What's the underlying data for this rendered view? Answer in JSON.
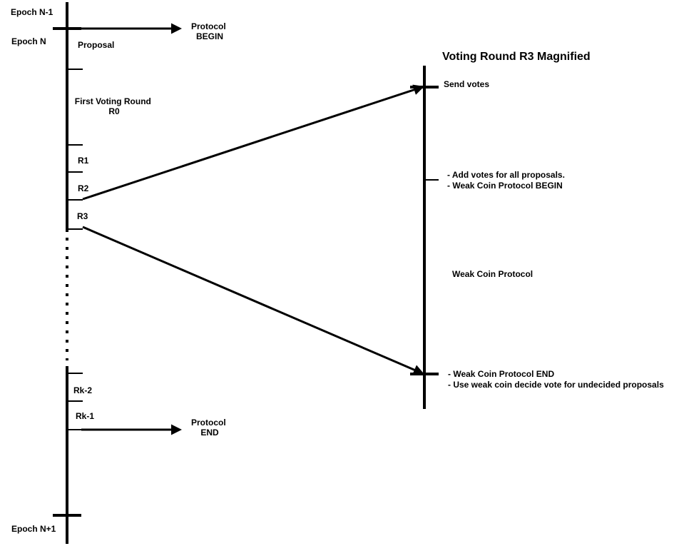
{
  "labels": {
    "epoch_prev": "Epoch N-1",
    "epoch_current": "Epoch N",
    "epoch_next": "Epoch N+1",
    "proposal": "Proposal",
    "protocol_begin_line1": "Protocol",
    "protocol_begin_line2": "BEGIN",
    "first_round_line1": "First Voting Round",
    "first_round_line2": "R0",
    "r1": "R1",
    "r2": "R2",
    "r3": "R3",
    "rk2": "Rk-2",
    "rk1": "Rk-1",
    "protocol_end_line1": "Protocol",
    "protocol_end_line2": "END"
  },
  "magnified": {
    "title": "Voting Round R3 Magnified",
    "send_votes": "Send votes",
    "step2_line1": "- Add votes for all proposals.",
    "step2_line2": "- Weak Coin Protocol BEGIN",
    "weak_coin": "Weak Coin Protocol",
    "step4_line1": "- Weak Coin Protocol END",
    "step4_line2": "- Use weak coin decide vote for undecided proposals"
  }
}
